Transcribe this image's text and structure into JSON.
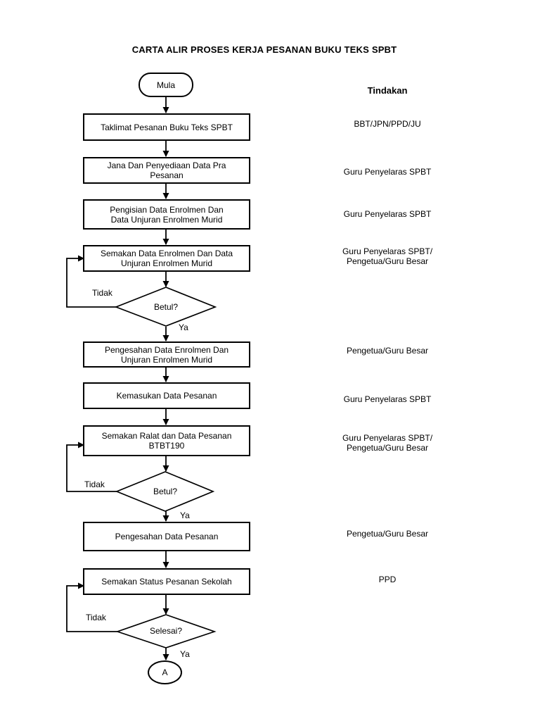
{
  "page": {
    "title": "CARTA ALIR PROSES KERJA PESANAN BUKU TEKS SPBT",
    "column_header": "Tindakan"
  },
  "flow": {
    "start_label": "Mula",
    "connector_label": "A",
    "branch_yes_label": "Ya",
    "branch_no_label": "Tidak",
    "steps": [
      {
        "label": "Taklimat Pesanan Buku Teks SPBT",
        "action": "BBT/JPN/PPD/JU"
      },
      {
        "label": "Jana Dan Penyediaan Data Pra\nPesanan",
        "action": "Guru Penyelaras SPBT"
      },
      {
        "label": "Pengisian Data Enrolmen Dan\nData Unjuran Enrolmen Murid",
        "action": "Guru Penyelaras SPBT"
      },
      {
        "label": "Semakan Data Enrolmen  Dan Data\nUnjuran Enrolmen Murid",
        "action": "Guru Penyelaras SPBT/\nPengetua/Guru Besar"
      },
      {
        "label": "Pengesahan Data Enrolmen Dan\nUnjuran Enrolmen Murid",
        "action": "Pengetua/Guru Besar"
      },
      {
        "label": "Kemasukan Data Pesanan",
        "action": "Guru Penyelaras SPBT"
      },
      {
        "label": "Semakan Ralat dan Data Pesanan\nBTBT190",
        "action": "Guru Penyelaras SPBT/\nPengetua/Guru Besar"
      },
      {
        "label": "Pengesahan Data Pesanan",
        "action": "Pengetua/Guru Besar"
      },
      {
        "label": "Semakan Status Pesanan Sekolah",
        "action": "PPD"
      }
    ],
    "decisions": [
      {
        "question": "Betul?"
      },
      {
        "question": "Betul?"
      },
      {
        "question": "Selesai?"
      }
    ]
  },
  "colors": {
    "ink": "#000000",
    "background": "#ffffff"
  }
}
